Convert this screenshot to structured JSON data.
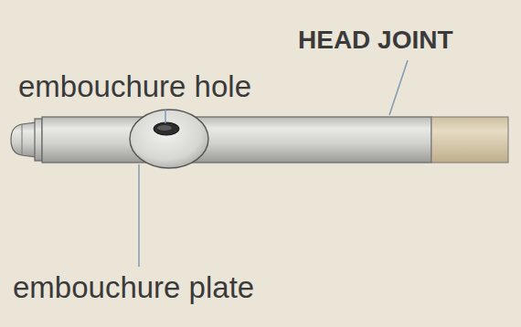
{
  "diagram": {
    "labels": [
      "HEAD JOINT",
      "embouchure hole",
      "embouchure plate"
    ]
  }
}
